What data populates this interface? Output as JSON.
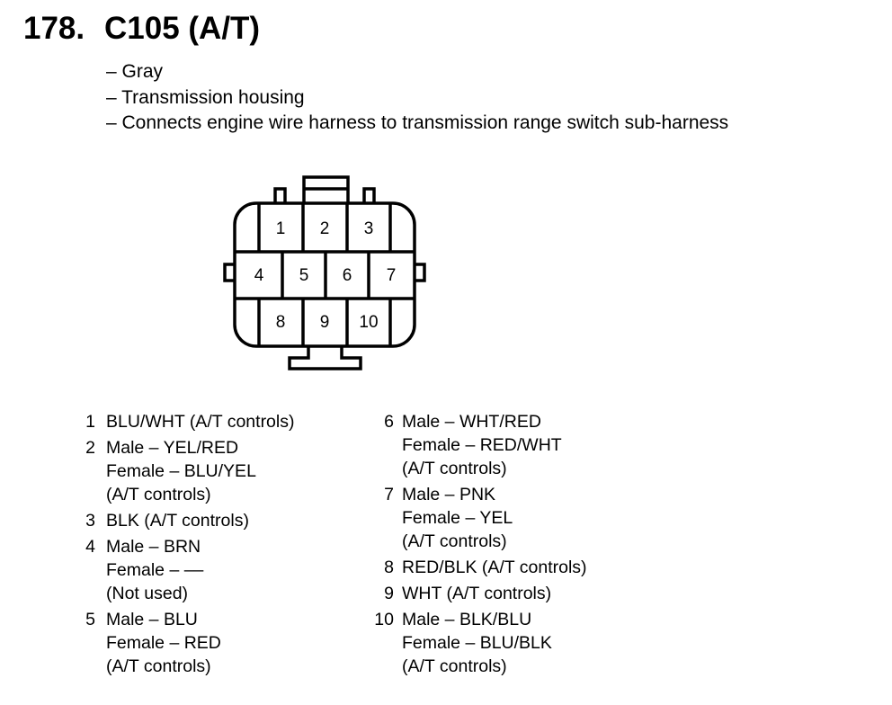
{
  "figure": {
    "number": "178.",
    "connector_id": "C105 (A/T)",
    "notes": [
      "– Gray",
      "– Transmission housing",
      "– Connects engine wire harness to transmission range switch sub-harness"
    ]
  },
  "connector": {
    "cavity_labels": [
      "1",
      "2",
      "3",
      "4",
      "5",
      "6",
      "7",
      "8",
      "9",
      "10"
    ]
  },
  "pinout": {
    "left": [
      {
        "pin": "1",
        "lines": [
          "BLU/WHT (A/T controls)"
        ]
      },
      {
        "pin": "2",
        "lines": [
          "Male – YEL/RED",
          "Female – BLU/YEL",
          "(A/T controls)"
        ]
      },
      {
        "pin": "3",
        "lines": [
          "BLK (A/T controls)"
        ]
      },
      {
        "pin": "4",
        "lines": [
          "Male – BRN",
          "Female – ––",
          "(Not used)"
        ]
      },
      {
        "pin": "5",
        "lines": [
          "Male – BLU",
          "Female – RED",
          "(A/T controls)"
        ]
      }
    ],
    "right": [
      {
        "pin": "6",
        "lines": [
          "Male – WHT/RED",
          "Female – RED/WHT",
          "(A/T controls)"
        ]
      },
      {
        "pin": "7",
        "lines": [
          "Male – PNK",
          "Female – YEL",
          "(A/T controls)"
        ]
      },
      {
        "pin": "8",
        "lines": [
          "RED/BLK (A/T controls)"
        ]
      },
      {
        "pin": "9",
        "lines": [
          "WHT (A/T controls)"
        ]
      },
      {
        "pin": "10",
        "lines": [
          "Male – BLK/BLU",
          "Female – BLU/BLK",
          "(A/T controls)"
        ]
      }
    ]
  }
}
